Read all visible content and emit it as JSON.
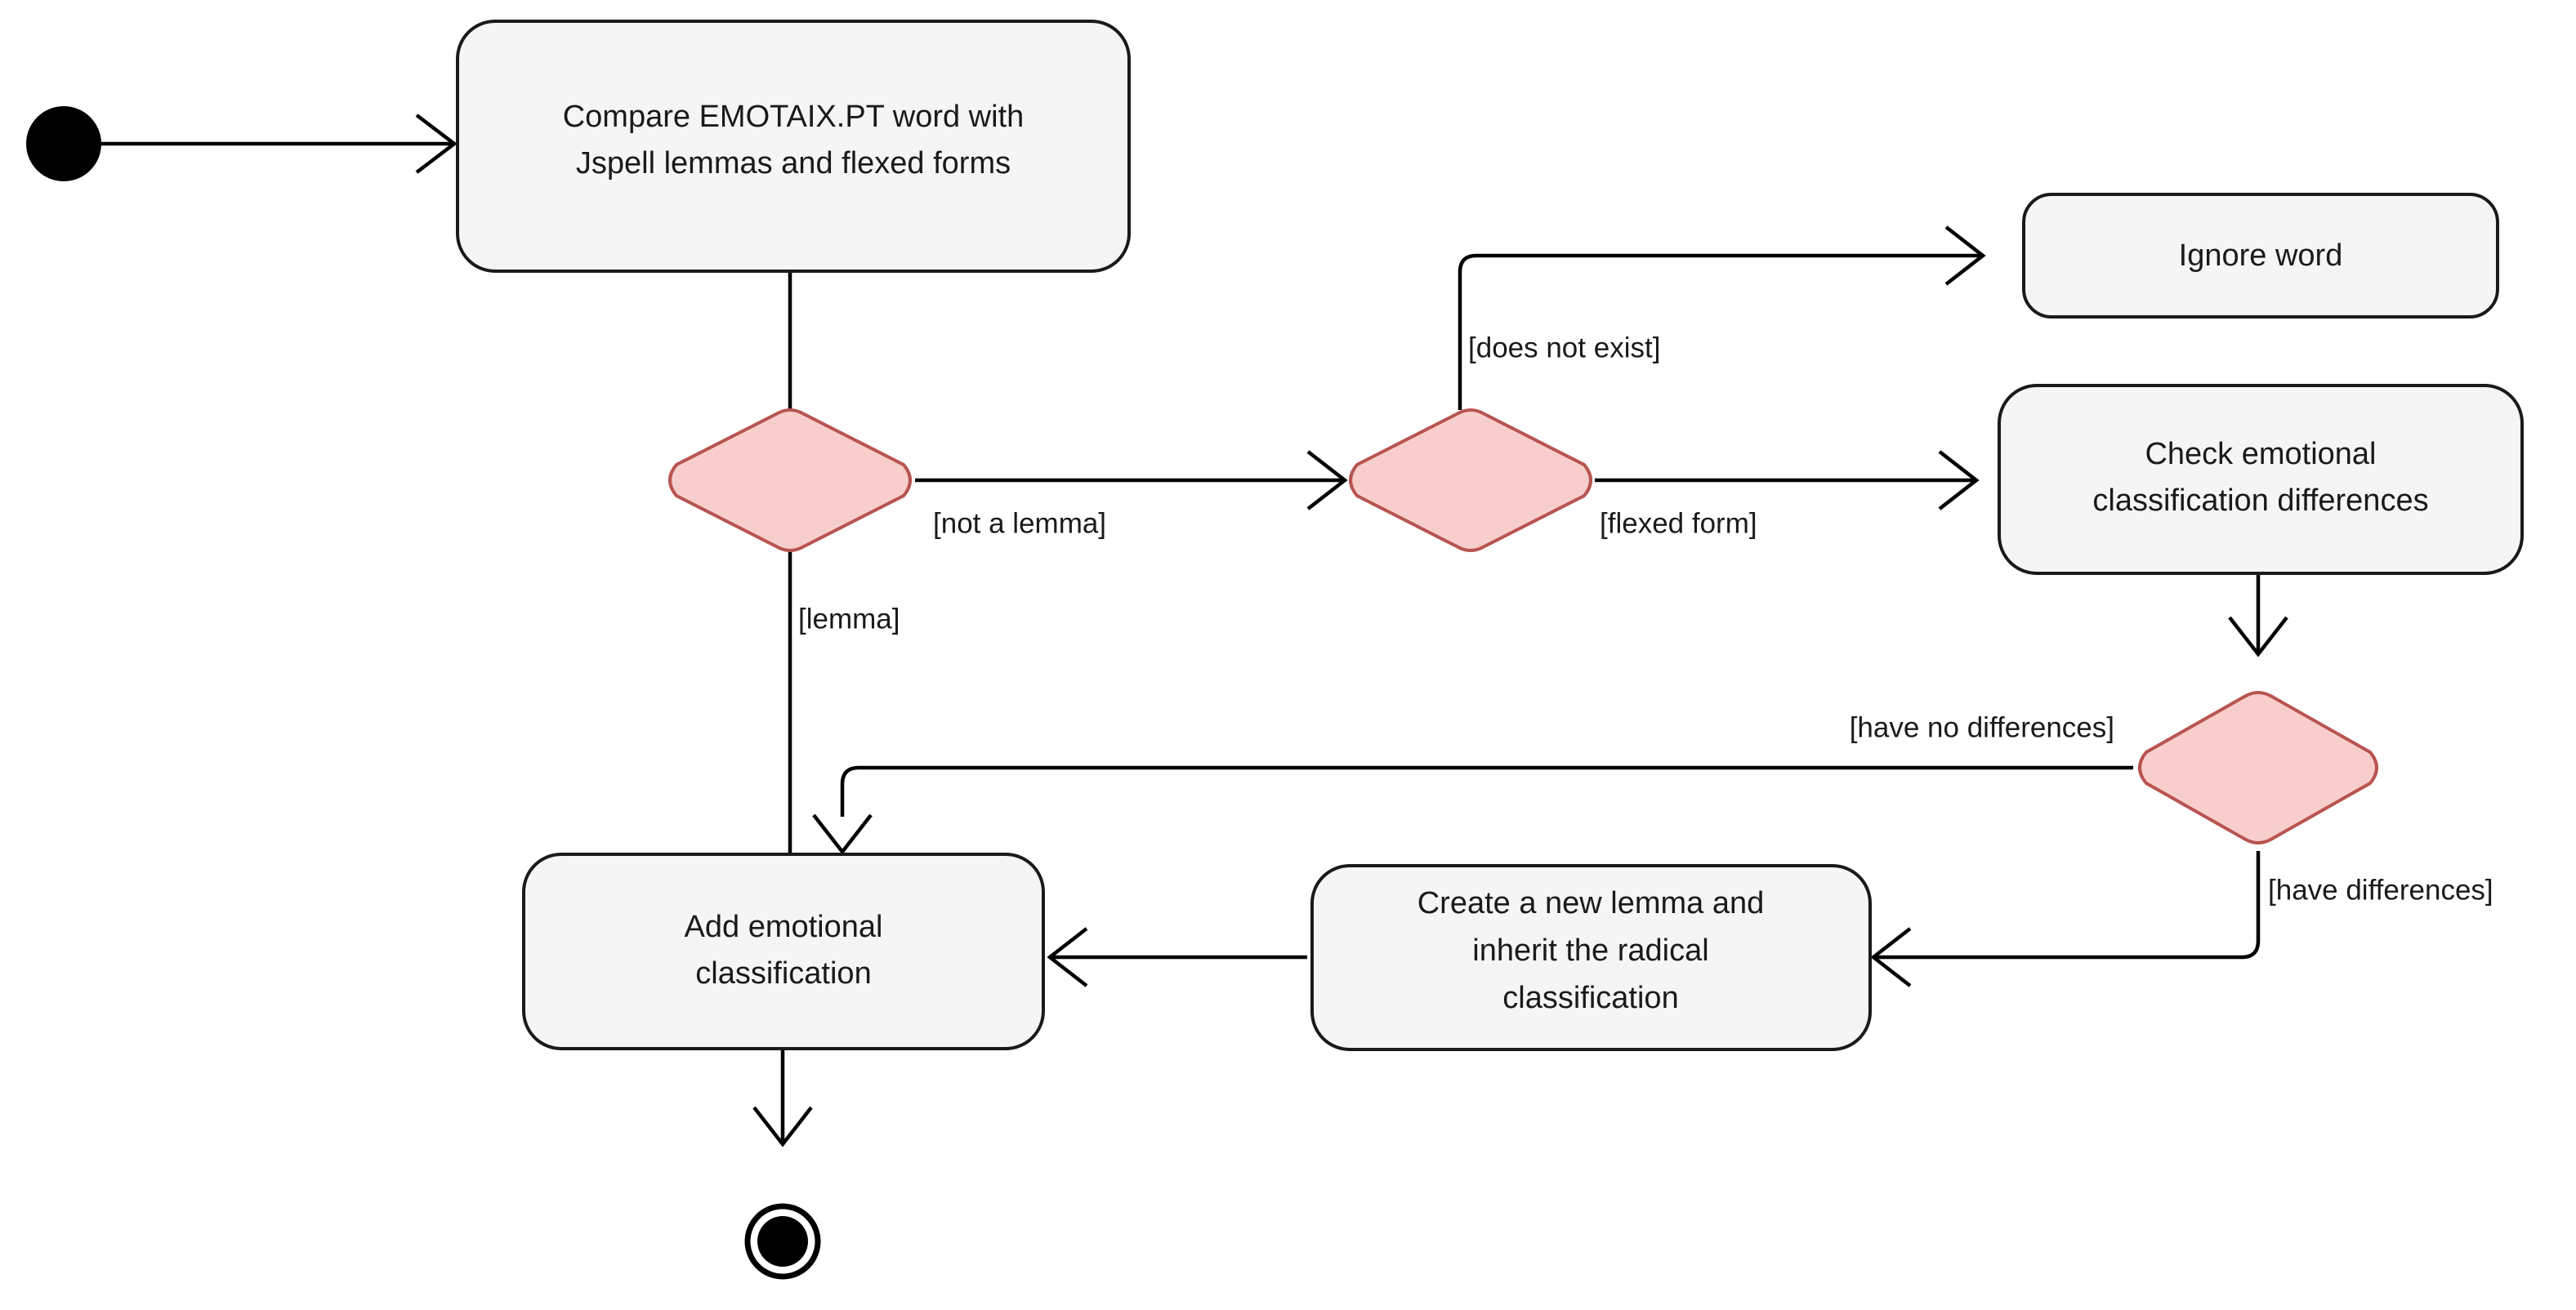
{
  "diagram": {
    "type": "uml-activity-diagram",
    "colors": {
      "node_fill": "#F5F5F5",
      "node_stroke": "#1A1A1A",
      "decision_fill": "#F8CECC",
      "decision_stroke": "#B85450",
      "edge_stroke": "#000000",
      "background": "#FFFFFF",
      "text": "#1A1A1A"
    },
    "nodes": {
      "start": {
        "kind": "initial-node"
      },
      "compare": {
        "kind": "action",
        "line1": "Compare EMOTAIX.PT word with",
        "line2": "Jspell lemmas and flexed forms"
      },
      "decision_lemma": {
        "kind": "decision"
      },
      "decision_exists": {
        "kind": "decision"
      },
      "ignore_word": {
        "kind": "action",
        "line1": "Ignore word"
      },
      "check_differences": {
        "kind": "action",
        "line1": "Check emotional",
        "line2": "classification differences"
      },
      "decision_differences": {
        "kind": "decision"
      },
      "add_classification": {
        "kind": "action",
        "line1": "Add emotional",
        "line2": "classification"
      },
      "create_lemma": {
        "kind": "action",
        "line1": "Create a new lemma and",
        "line2": "inherit the radical",
        "line3": "classification"
      },
      "end": {
        "kind": "final-node"
      }
    },
    "edges": {
      "start_to_compare": {
        "guard": ""
      },
      "compare_to_decision_lemma": {
        "guard": ""
      },
      "not_a_lemma": {
        "guard": "[not a lemma]"
      },
      "lemma": {
        "guard": "[lemma]"
      },
      "does_not_exist": {
        "guard": "[does not exist]"
      },
      "flexed_form": {
        "guard": "[flexed form]"
      },
      "check_to_decision": {
        "guard": ""
      },
      "have_no_differences": {
        "guard": "[have no differences]"
      },
      "have_differences": {
        "guard": "[have differences]"
      },
      "create_to_add": {
        "guard": ""
      },
      "add_to_end": {
        "guard": ""
      }
    }
  }
}
